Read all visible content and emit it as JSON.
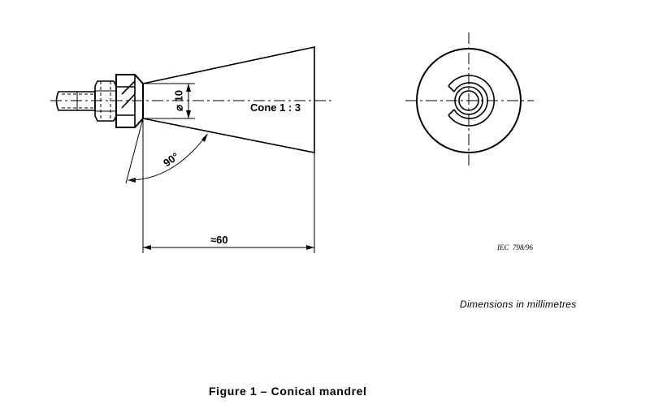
{
  "figure": {
    "caption": "Figure 1 – Conical mandrel",
    "units_note": "Dimensions in millimetres",
    "reference": "IEC  798/96"
  },
  "dimensions": {
    "cone_ratio": "Cone 1 : 3",
    "diameter": "⌀ 10",
    "angle": "90°",
    "length": "≈60"
  }
}
